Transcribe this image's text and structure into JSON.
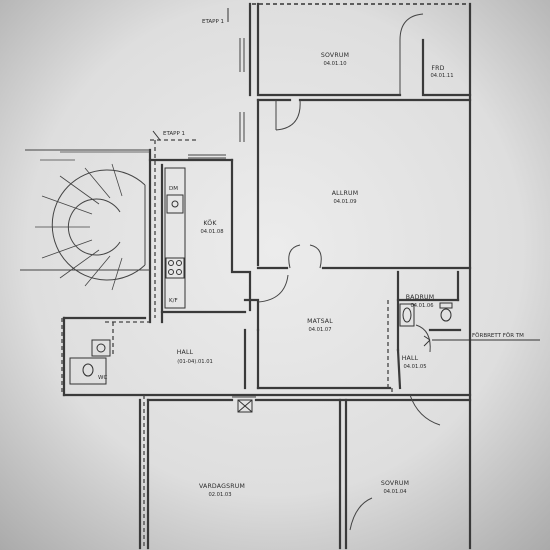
{
  "labels": {
    "etapp_top": "ETAPP 1",
    "etapp_mid": "ETAPP 1",
    "forbrett": "FÖRBRETT FÖR TM",
    "dm": "DM",
    "kf": "K/F",
    "wc": "WC"
  },
  "rooms": [
    {
      "key": "sovrum-top",
      "name": "SOVRUM",
      "number": "04.01.10"
    },
    {
      "key": "frd",
      "name": "FRD",
      "number": "04.01.11"
    },
    {
      "key": "allrum",
      "name": "ALLRUM",
      "number": "04.01.09"
    },
    {
      "key": "kok",
      "name": "KÖK",
      "number": "04.01.08"
    },
    {
      "key": "badrum",
      "name": "BADRUM",
      "number": "04.01.06"
    },
    {
      "key": "matsal",
      "name": "MATSAL",
      "number": "04.01.07"
    },
    {
      "key": "hall-small",
      "name": "HALL",
      "number": "04.01.05"
    },
    {
      "key": "hall",
      "name": "HALL",
      "number": "(01-04).01.01"
    },
    {
      "key": "vardagsrum",
      "name": "VARDAGSRUM",
      "number": "02.01.03"
    },
    {
      "key": "sovrum-bottom",
      "name": "SOVRUM",
      "number": "04.01.04"
    }
  ]
}
